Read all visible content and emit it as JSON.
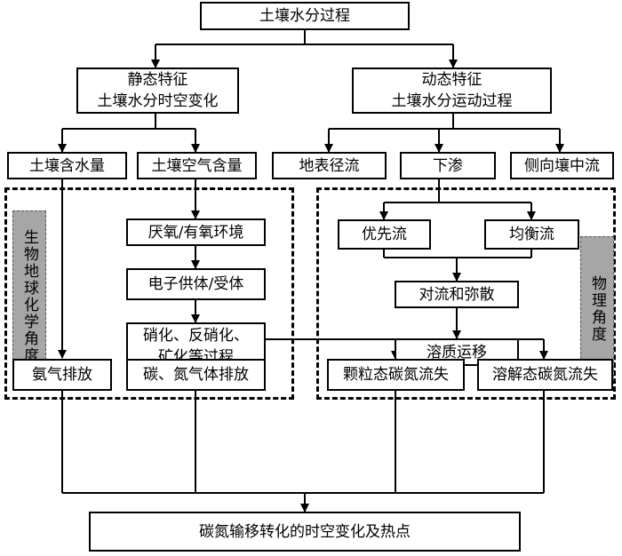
{
  "nodes": {
    "root": "土壤水分过程",
    "static_title": "静态特征",
    "static_sub": "土壤水分时空变化",
    "dynamic_title": "动态特征",
    "dynamic_sub": "土壤水分运动过程",
    "soil_water_content": "土壤含水量",
    "soil_air_content": "土壤空气含量",
    "surface_runoff": "地表径流",
    "infiltration": "下渗",
    "interflow": "侧向壤中流",
    "anaerobic_aerobic": "厌氧/有氧环境",
    "electron_donor_acceptor": "电子供体/受体",
    "nitrification_line1": "硝化、反硝化、",
    "nitrification_line2": "矿化等过程",
    "preferential_flow": "优先流",
    "uniform_flow": "均衡流",
    "convection_dispersion": "对流和弥散",
    "solute_transport": "溶质运移",
    "ammonia_emission": "氨气排放",
    "carbon_nitrogen_gas": "碳、氮气体排放",
    "particulate_loss": "颗粒态碳氮流失",
    "dissolved_loss": "溶解态碳氮流失",
    "bottom": "碳氮输移转化的时空变化及热点"
  },
  "regions": {
    "left_label": "生物地球化学角度",
    "right_label": "物理角度"
  }
}
